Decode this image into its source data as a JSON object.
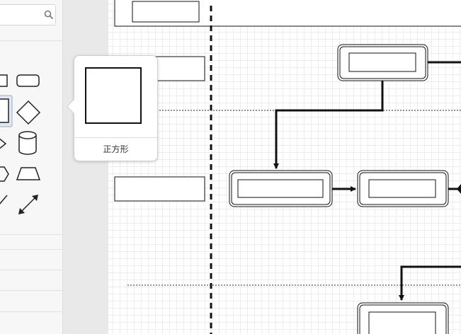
{
  "sidebar": {
    "search": {
      "placeholder": ""
    },
    "shapes": [
      {
        "name": "rectangle-shape"
      },
      {
        "name": "rounded-rectangle-shape"
      },
      {
        "name": "square-shape",
        "selected": true
      },
      {
        "name": "diamond-shape"
      },
      {
        "name": "triangle-shape"
      },
      {
        "name": "cylinder-shape"
      },
      {
        "name": "hexagon-shape"
      },
      {
        "name": "trapezoid-shape"
      },
      {
        "name": "line-shape"
      },
      {
        "name": "bidirectional-arrow-shape"
      }
    ]
  },
  "tooltip": {
    "label": "正方形"
  },
  "colors": {
    "stroke": "#111111",
    "grid": "#ededed",
    "panel": "#f7f7f7",
    "gutter": "#e9e9e9"
  },
  "icons": {
    "search": "search-icon",
    "resize": "resize-grip-icon"
  }
}
